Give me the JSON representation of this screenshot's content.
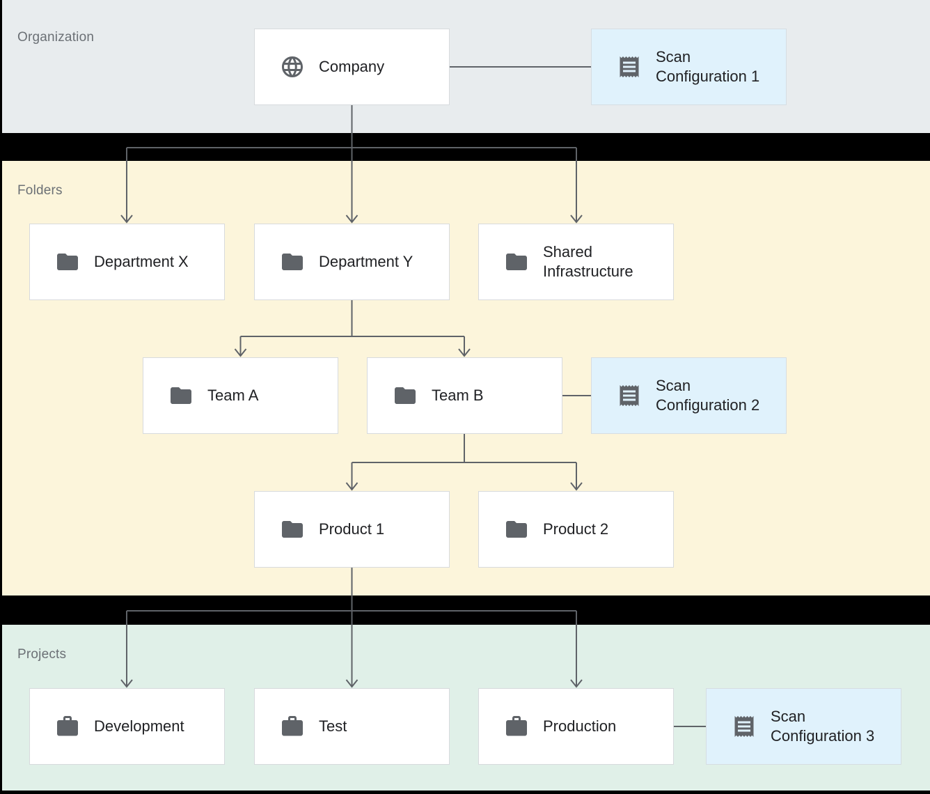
{
  "sections": {
    "organization": {
      "label": "Organization"
    },
    "folders": {
      "label": "Folders"
    },
    "projects": {
      "label": "Projects"
    }
  },
  "nodes": {
    "company": {
      "label": "Company",
      "icon": "globe"
    },
    "scan_config_1": {
      "label": "Scan Configuration 1",
      "icon": "receipt"
    },
    "department_x": {
      "label": "Department X",
      "icon": "folder"
    },
    "department_y": {
      "label": "Department Y",
      "icon": "folder"
    },
    "shared_infrastructure": {
      "label": "Shared Infrastructure",
      "icon": "folder"
    },
    "team_a": {
      "label": "Team A",
      "icon": "folder"
    },
    "team_b": {
      "label": "Team B",
      "icon": "folder"
    },
    "scan_config_2": {
      "label": "Scan Configuration 2",
      "icon": "receipt"
    },
    "product_1": {
      "label": "Product 1",
      "icon": "folder"
    },
    "product_2": {
      "label": "Product 2",
      "icon": "folder"
    },
    "development": {
      "label": "Development",
      "icon": "briefcase"
    },
    "test": {
      "label": "Test",
      "icon": "briefcase"
    },
    "production": {
      "label": "Production",
      "icon": "briefcase"
    },
    "scan_config_3": {
      "label": "Scan Configuration 3",
      "icon": "receipt"
    }
  },
  "edges": [
    {
      "from": "company",
      "to": "department_x",
      "type": "arrow"
    },
    {
      "from": "company",
      "to": "department_y",
      "type": "arrow"
    },
    {
      "from": "company",
      "to": "shared_infrastructure",
      "type": "arrow"
    },
    {
      "from": "department_y",
      "to": "team_a",
      "type": "arrow"
    },
    {
      "from": "department_y",
      "to": "team_b",
      "type": "arrow"
    },
    {
      "from": "team_b",
      "to": "product_1",
      "type": "arrow"
    },
    {
      "from": "team_b",
      "to": "product_2",
      "type": "arrow"
    },
    {
      "from": "product_1",
      "to": "development",
      "type": "arrow"
    },
    {
      "from": "product_1",
      "to": "test",
      "type": "arrow"
    },
    {
      "from": "product_1",
      "to": "production",
      "type": "arrow"
    },
    {
      "from": "company",
      "to": "scan_config_1",
      "type": "plain"
    },
    {
      "from": "team_b",
      "to": "scan_config_2",
      "type": "plain"
    },
    {
      "from": "production",
      "to": "scan_config_3",
      "type": "plain"
    }
  ],
  "colors": {
    "organization_bg": "#e8ecee",
    "folders_bg": "#fcf5db",
    "projects_bg": "#e0f0e8",
    "node_bg": "#ffffff",
    "scan_bg": "#e0f2fc",
    "node_border": "#d7dadd",
    "scan_border": "#d6dde2",
    "icon": "#5f6368",
    "text": "#202124",
    "section_label": "#6b7075",
    "connector": "#5f6368",
    "canvas": "#000000"
  }
}
